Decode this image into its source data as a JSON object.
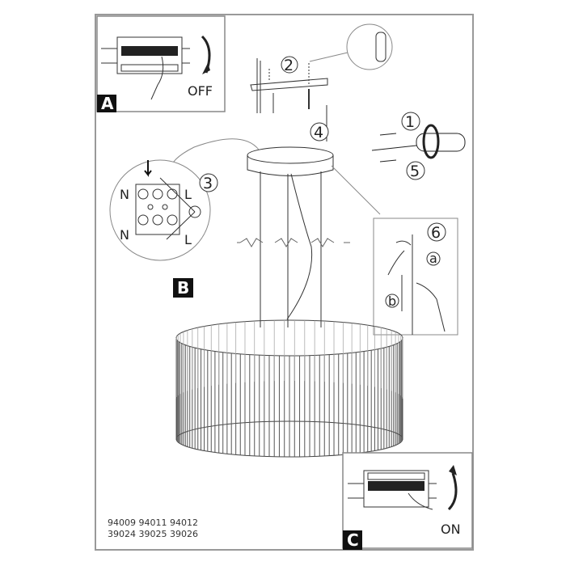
{
  "panels": {
    "a": {
      "label": "A",
      "action": "OFF"
    },
    "b": {
      "label": "B"
    },
    "c": {
      "label": "C",
      "action": "ON"
    }
  },
  "steps": [
    "1",
    "2",
    "3",
    "4",
    "5",
    "6"
  ],
  "substeps": [
    "a",
    "b"
  ],
  "wiring": {
    "neutral": "N",
    "live": "L"
  },
  "models": [
    "94009 94011 94012",
    "39024 39025 39026"
  ]
}
